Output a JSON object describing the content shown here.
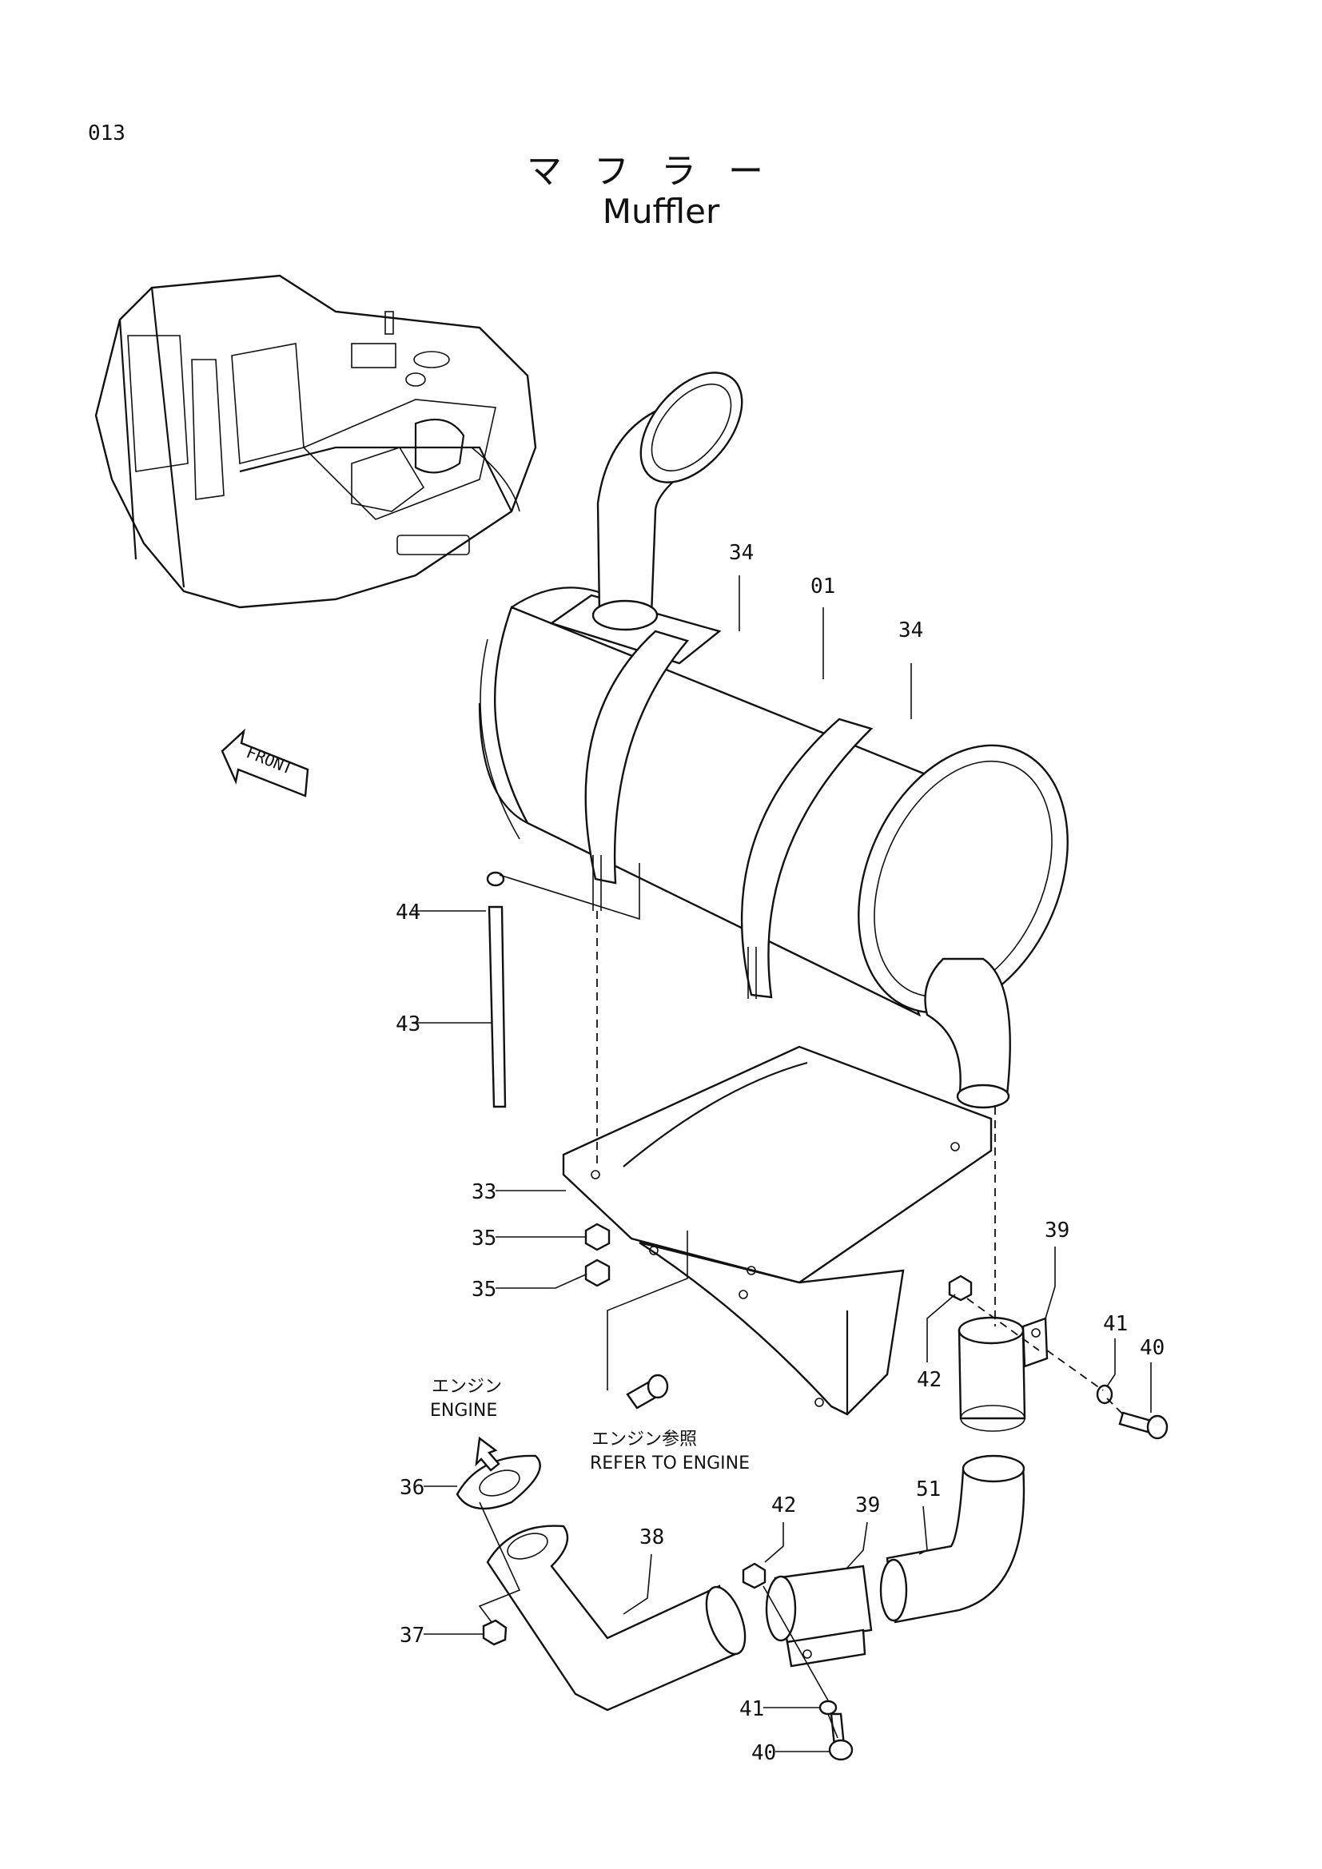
{
  "page_code": "013",
  "title_jp": "マフラー",
  "title_en": "Muffler",
  "front_label": "FRONT",
  "callouts": {
    "c01": "01",
    "c33": "33",
    "c34a": "34",
    "c34b": "34",
    "c35a": "35",
    "c35b": "35",
    "c36": "36",
    "c37": "37",
    "c38": "38",
    "c39a": "39",
    "c39b": "39",
    "c40a": "40",
    "c40b": "40",
    "c41a": "41",
    "c41b": "41",
    "c42a": "42",
    "c42b": "42",
    "c43": "43",
    "c44": "44",
    "c51": "51"
  },
  "notes": {
    "engine_jp": "エンジン",
    "engine_en": "ENGINE",
    "refer_jp": "エンジン参照",
    "refer_en": "REFER TO ENGINE"
  }
}
